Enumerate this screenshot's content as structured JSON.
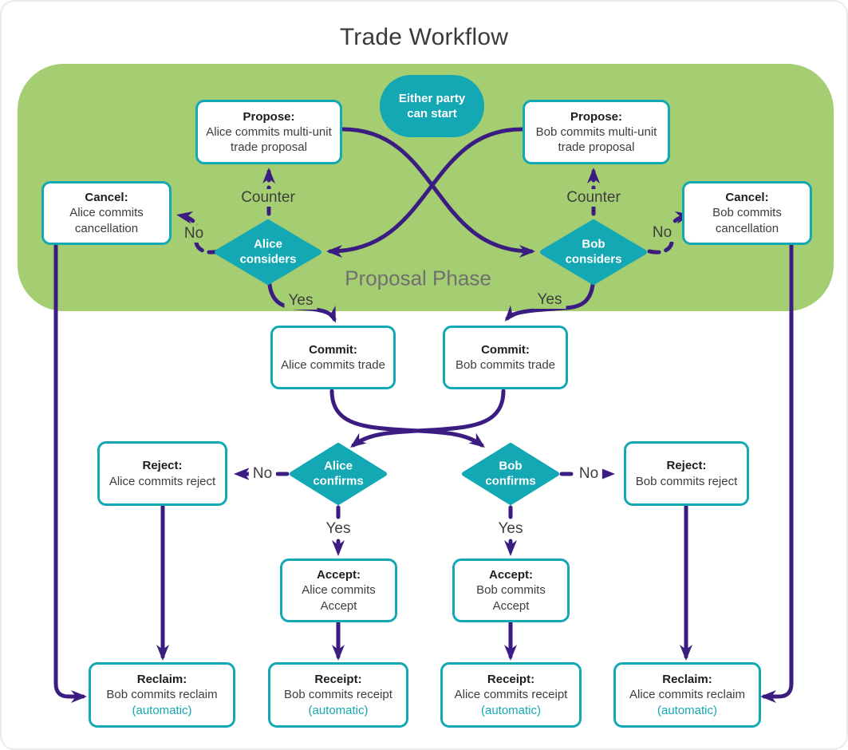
{
  "title": "Trade Workflow",
  "phase_label": "Proposal Phase",
  "edge_labels": {
    "counter": "Counter",
    "yes": "Yes",
    "no": "No"
  },
  "nodes": {
    "start": {
      "label": "Either party can start"
    },
    "propose_alice": {
      "title": "Propose:",
      "body": "Alice commits multi-unit trade proposal"
    },
    "propose_bob": {
      "title": "Propose:",
      "body": "Bob commits multi-unit trade proposal"
    },
    "cancel_alice": {
      "title": "Cancel:",
      "body": "Alice commits cancellation"
    },
    "cancel_bob": {
      "title": "Cancel:",
      "body": "Bob commits cancellation"
    },
    "considers_alice": {
      "label": "Alice considers"
    },
    "considers_bob": {
      "label": "Bob considers"
    },
    "commit_alice": {
      "title": "Commit:",
      "body": "Alice commits trade"
    },
    "commit_bob": {
      "title": "Commit:",
      "body": "Bob commits trade"
    },
    "confirms_alice": {
      "label": "Alice confirms"
    },
    "confirms_bob": {
      "label": "Bob confirms"
    },
    "reject_alice": {
      "title": "Reject:",
      "body": "Alice commits reject"
    },
    "reject_bob": {
      "title": "Reject:",
      "body": "Bob commits reject"
    },
    "accept_alice": {
      "title": "Accept:",
      "body": "Alice commits Accept"
    },
    "accept_bob": {
      "title": "Accept:",
      "body": "Bob commits Accept"
    },
    "reclaim_bob": {
      "title": "Reclaim:",
      "body": "Bob commits reclaim",
      "note": "(automatic)"
    },
    "receipt_bob": {
      "title": "Receipt:",
      "body": "Bob commits receipt",
      "note": "(automatic)"
    },
    "receipt_alice": {
      "title": "Receipt:",
      "body": "Alice commits receipt",
      "note": "(automatic)"
    },
    "reclaim_alice": {
      "title": "Reclaim:",
      "body": "Alice commits reclaim",
      "note": "(automatic)"
    }
  },
  "colors": {
    "phase_fill": "#a4ce71",
    "node_accent": "#14a8b5",
    "arrow": "#3b1d82",
    "title_text": "#3a3a3a",
    "phase_text": "#707070",
    "label_text": "#3e3e3e",
    "note_text": "#14a8b5"
  }
}
